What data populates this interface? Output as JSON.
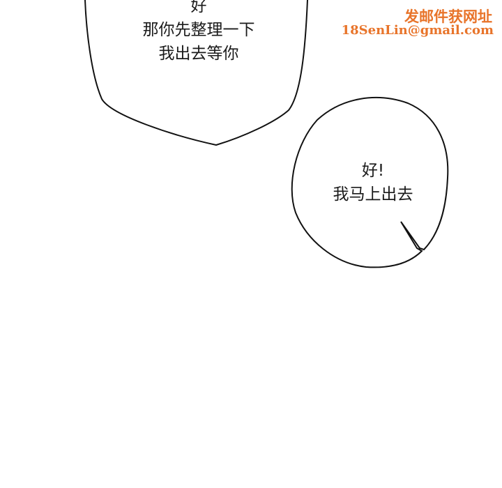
{
  "bubble_1": {
    "lines": [
      "好",
      "那你先整理一下",
      "我出去等你"
    ]
  },
  "bubble_2": {
    "lines": [
      "好!",
      "我马上出去"
    ]
  },
  "watermark": {
    "line1": "发邮件获网址",
    "line2": "18SenLin@gmail.com",
    "color": "#e8742a"
  }
}
